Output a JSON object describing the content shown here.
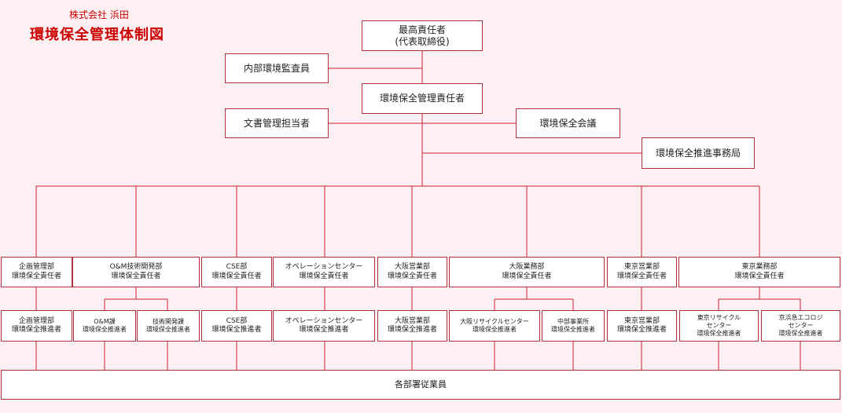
{
  "header": {
    "company": "株式会社 浜田",
    "title": "環境保全管理体制図"
  },
  "top": {
    "ceo_line1": "最高責任者",
    "ceo_line2": "(代表取締役)",
    "auditor": "内部環境監査員",
    "env_manager": "環境保全管理責任者",
    "docs": "文書管理担当者",
    "council": "環境保全会議",
    "secretariat": "環境保全推進事務局"
  },
  "departments": [
    {
      "line1": "企画管理部",
      "line2": "環境保全責任者"
    },
    {
      "line1": "O&M技術開発部",
      "line2": "環境保全責任者"
    },
    {
      "line1": "CSE部",
      "line2": "環境保全責任者"
    },
    {
      "line1": "オペレーションセンター",
      "line2": "環境保全責任者"
    },
    {
      "line1": "大阪営業部",
      "line2": "環境保全責任者"
    },
    {
      "line1": "大阪業務部",
      "line2": "環境保全責任者"
    },
    {
      "line1": "東京営業部",
      "line2": "環境保全責任者"
    },
    {
      "line1": "東京業務部",
      "line2": "環境保全責任者"
    }
  ],
  "units": [
    {
      "lines": [
        "企画管理部",
        "環境保全推進者"
      ]
    },
    {
      "lines": [
        "O&M課",
        "環境保全推進者"
      ]
    },
    {
      "lines": [
        "技術開発課",
        "環境保全推進者"
      ]
    },
    {
      "lines": [
        "CSE部",
        "環境保全推進者"
      ]
    },
    {
      "lines": [
        "オペレーションセンター",
        "環境保全推進者"
      ]
    },
    {
      "lines": [
        "大阪営業部",
        "環境保全推進者"
      ]
    },
    {
      "lines": [
        "大阪リサイクルセンター",
        "環境保全推進者"
      ]
    },
    {
      "lines": [
        "中部事業所",
        "環境保全推進者"
      ]
    },
    {
      "lines": [
        "東京営業部",
        "環境保全推進者"
      ]
    },
    {
      "lines": [
        "東京リサイクル",
        "センター",
        "環境保全推進者"
      ]
    },
    {
      "lines": [
        "京浜急エコロジ",
        "センター",
        "環境保全推進者"
      ]
    }
  ],
  "all_staff": "各部署従業員",
  "colors": {
    "line": "#cc2233",
    "border": "#b03040",
    "title": "#cc0000",
    "background": "#fcf0f2"
  }
}
